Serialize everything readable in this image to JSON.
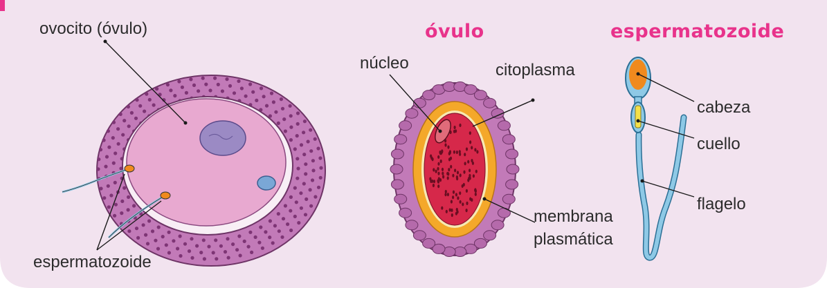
{
  "colors": {
    "panel_bg": "#f2e3ef",
    "accent_pink": "#e8338b",
    "follicle_purple": "#c27ab8",
    "cytoplasm_pink": "#e8a9d0",
    "nucleus_lavender": "#9b8ac4",
    "egg_red": "#d6284a",
    "zona_orange": "#f4a82a",
    "sperm_blue": "#8ec9e6",
    "sperm_head_orange": "#f08a1e",
    "line_color": "#1a1a1a"
  },
  "left_figure": {
    "label_top": "ovocito (óvulo)",
    "label_bottom": "espermatozoide"
  },
  "middle_figure": {
    "title": "óvulo",
    "label_nucleus": "núcleo",
    "label_cytoplasm": "citoplasma",
    "label_membrane_line1": "membrana",
    "label_membrane_line2": "plasmática"
  },
  "right_figure": {
    "title": "espermatozoide",
    "label_head": "cabeza",
    "label_neck": "cuello",
    "label_flagellum": "flagelo"
  }
}
